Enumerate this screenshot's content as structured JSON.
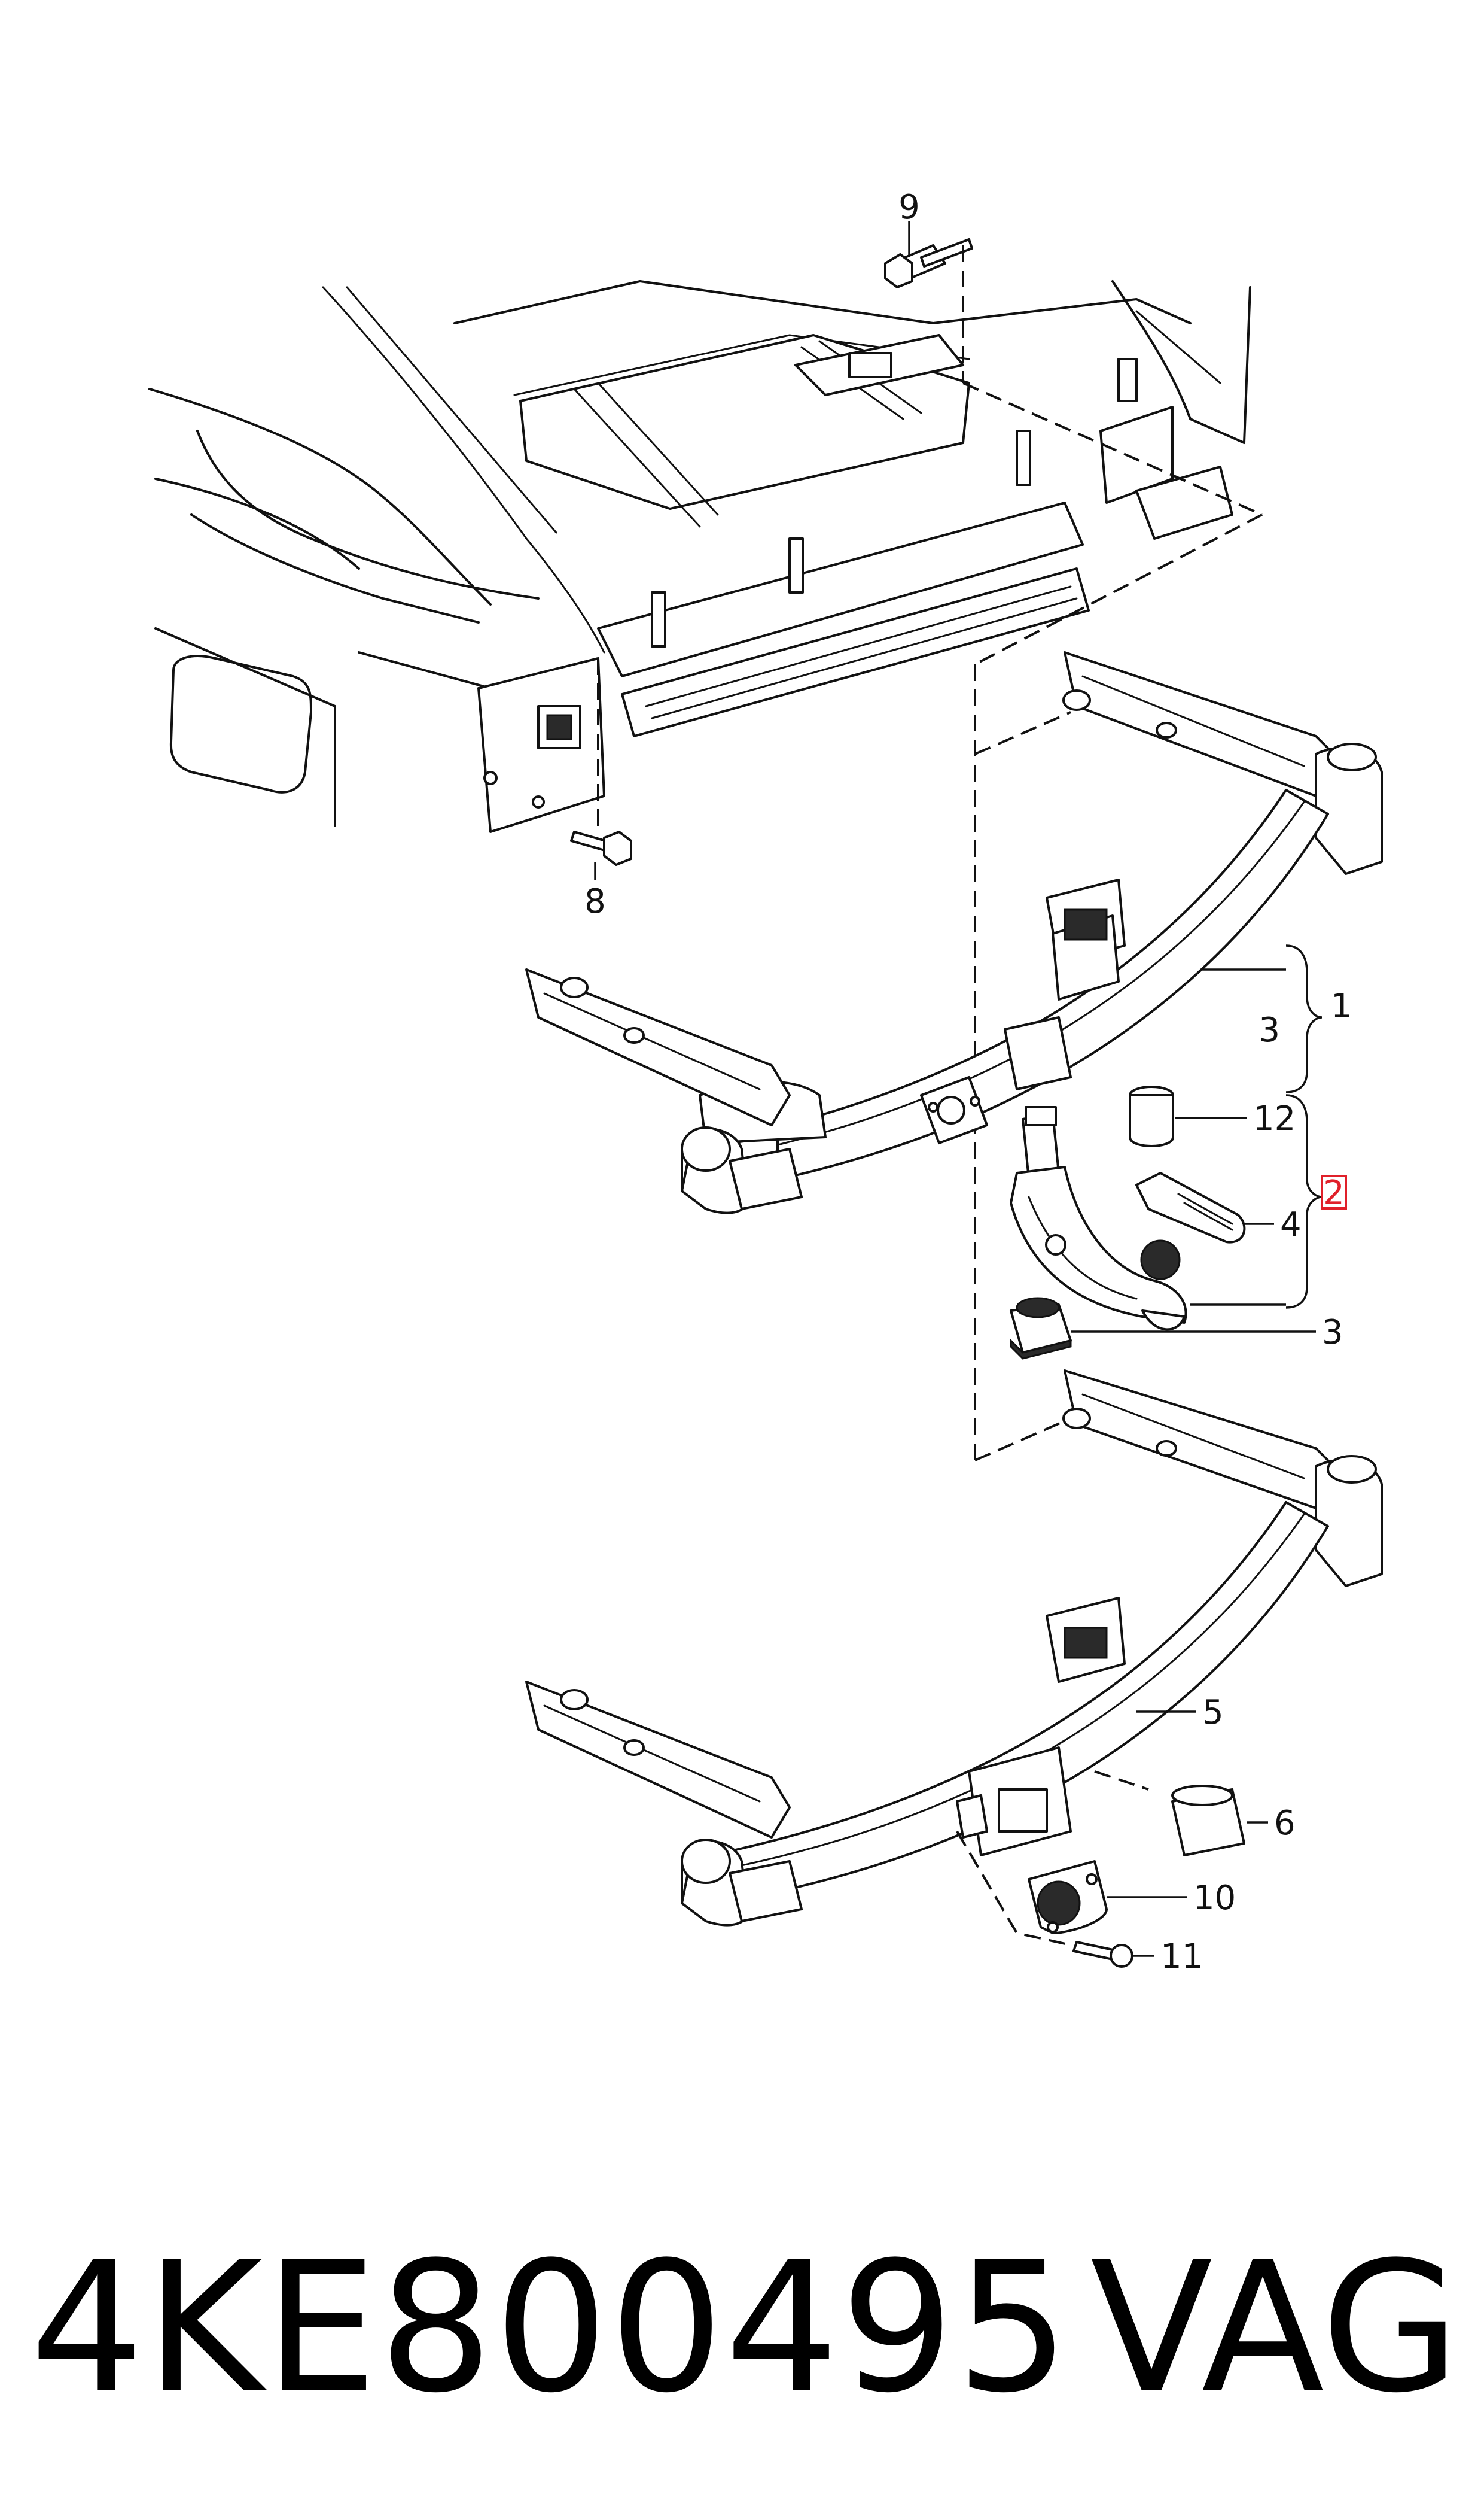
{
  "callouts": {
    "c1": "1",
    "c2": "2",
    "c3a": "3",
    "c3b": "3",
    "c4": "4",
    "c5": "5",
    "c6": "6",
    "c8": "8",
    "c9": "9",
    "c10": "10",
    "c11": "11",
    "c12": "12"
  },
  "highlighted_callout": "2",
  "colors": {
    "line": "#111111",
    "highlight": "#e0202a",
    "background": "#ffffff"
  },
  "footer": {
    "part_number": "4KE800495",
    "brand": "VAG"
  }
}
